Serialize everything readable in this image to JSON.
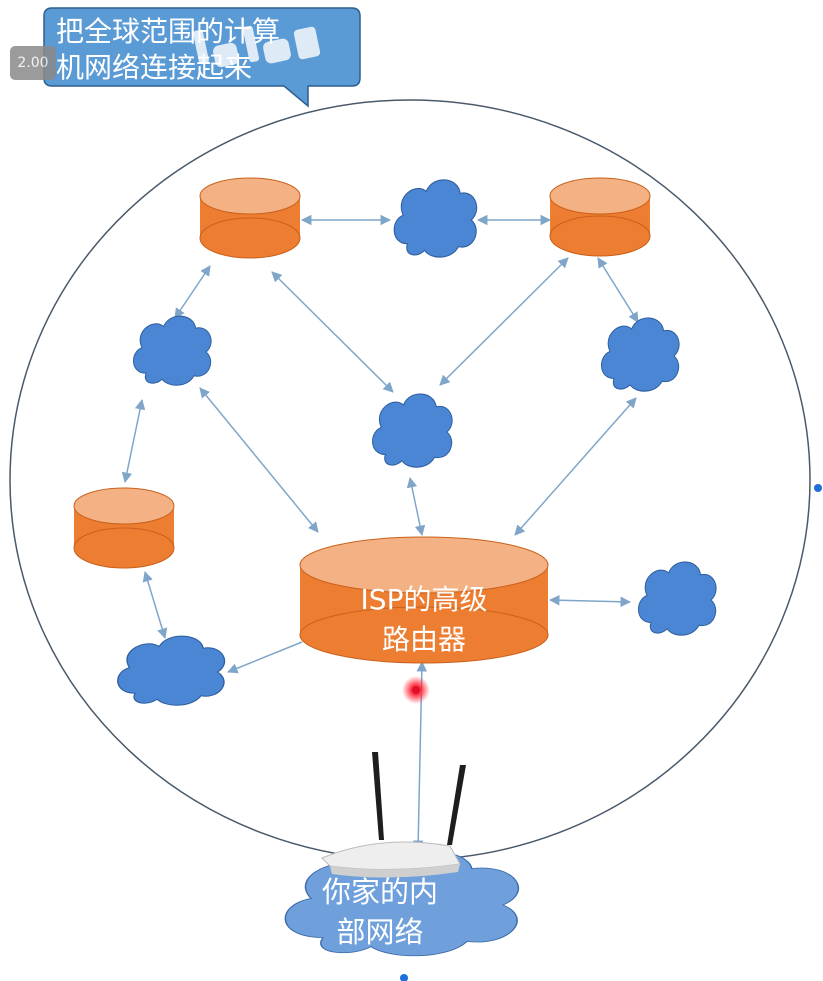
{
  "callout": {
    "line1": "把全球范围的计算",
    "line2": "机网络连接起来"
  },
  "speed_badge": "2.00",
  "isp_router": {
    "line1": "ISP的高级",
    "line2": "路由器"
  },
  "home_network": {
    "line1": "你家的内",
    "line2": "部网络"
  },
  "colors": {
    "callout_fill": "#5b9bd5",
    "cloud_fill": "#4a86d4",
    "router_side": "#ed7d31",
    "router_top": "#f4b183",
    "arrow": "#7fa6c9",
    "circle_stroke": "#4a5a6a",
    "laser": "#e0102a"
  }
}
